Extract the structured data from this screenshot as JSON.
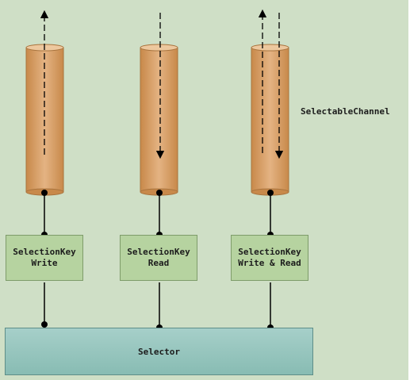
{
  "channel_label": "SelectableChannel",
  "keys": [
    {
      "line1": "SelectionKey",
      "line2": "Write"
    },
    {
      "line1": "SelectionKey",
      "line2": "Read"
    },
    {
      "line1": "SelectionKey",
      "line2": "Write & Read"
    }
  ],
  "selector_label": "Selector",
  "colors": {
    "background": "#cfdfc6",
    "channel": "#d9a46a",
    "key_box": "#b6d3a0",
    "selector": "#9cc8c1"
  }
}
